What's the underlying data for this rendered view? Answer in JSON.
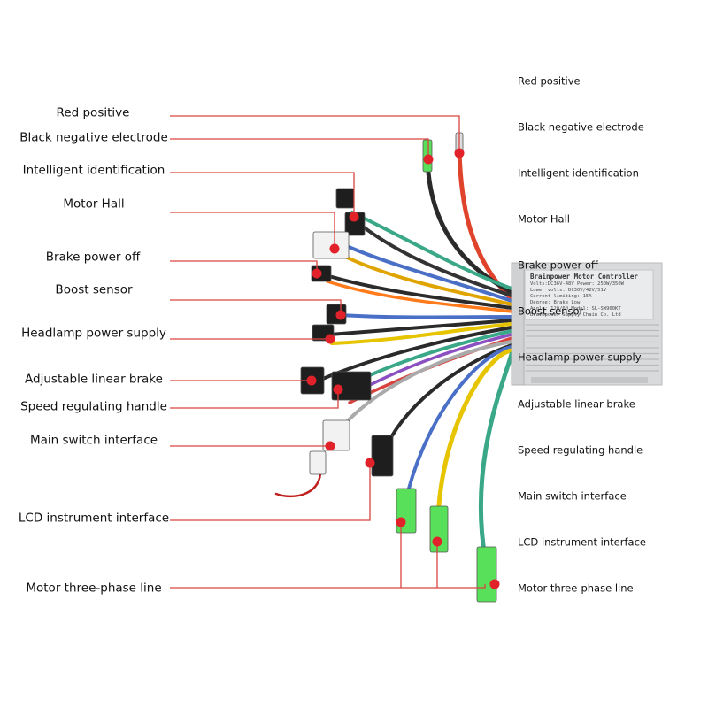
{
  "left_labels": [
    "Red positive",
    "Black negative electrode",
    "Intelligent identification",
    "Motor Hall",
    "Brake power off",
    "Boost sensor",
    "Headlamp power supply",
    "Adjustable linear brake",
    "Speed regulating handle",
    "Main switch interface",
    "LCD instrument interface",
    "Motor three-phase line"
  ],
  "right_labels": [
    "Red positive",
    "Black negative electrode",
    "Intelligent identification",
    "Motor Hall",
    "Brake power off",
    "Boost sensor",
    "Headlamp power supply",
    "Adjustable linear brake",
    "Speed regulating handle",
    "Main switch interface",
    "LCD instrument interface",
    "Motor three-phase line"
  ],
  "controller": {
    "title": "Brainpower Motor Controller",
    "spec_lines": [
      "Volts:DC36V-48V  Power: 250W/350W",
      "Lower volts: DC30V/42V/51V",
      "Current limiting: 15A",
      "Degree: Brake Low",
      "Angle: 120/60   Model: SL-SW900KT",
      "Brainpower Supply Chain Co. Ltd"
    ]
  },
  "colors": {
    "leader_line": "#d9433f",
    "dot": "#e2222a",
    "controller_body": "#d8dadb",
    "wire_red": "#e0432b",
    "wire_green": "#3aa888",
    "wire_yellow": "#e6c400",
    "wire_blue": "#4a6fc6",
    "connector_green": "#59e05a"
  }
}
